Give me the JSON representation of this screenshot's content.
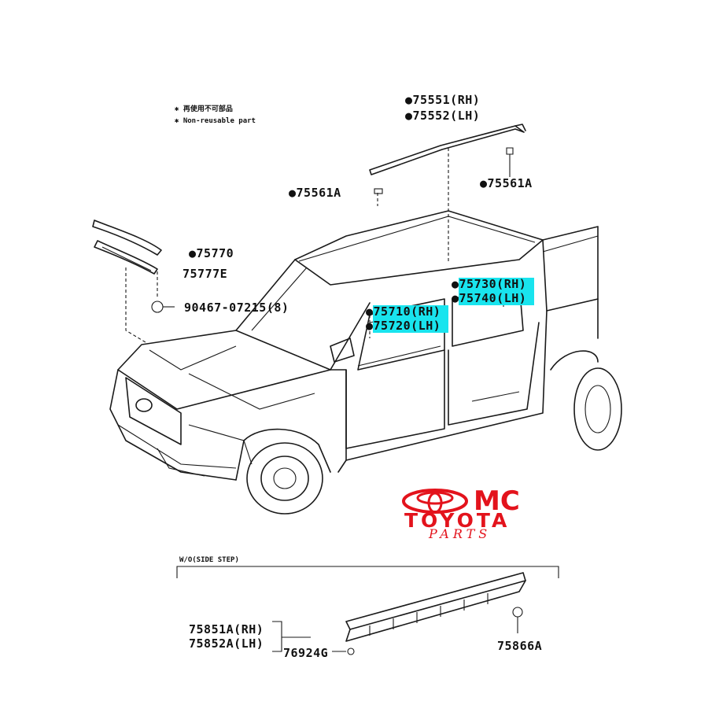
{
  "legend": {
    "line1": "✱ 再使用不可部品",
    "line2": "✱ Non-reusable part"
  },
  "callouts": {
    "c75551": "●75551(RH)",
    "c75552": "●75552(LH)",
    "c75561a_left": "●75561A",
    "c75561a_right": "●75561A",
    "c75770": "●75770",
    "c75777e": "75777E",
    "c90467": "90467-07215(8)",
    "c75730": "●75730(RH)",
    "c75740": "●75740(LH)",
    "c75710": "●75710(RH)",
    "c75720": "●75720(LH)",
    "c75851a": "75851A(RH)",
    "c75852a": "75852A(LH)",
    "c76924g": "76924G",
    "c75866a": "75866A"
  },
  "step_section": {
    "title": "W/O(SIDE STEP)"
  },
  "watermark": {
    "line1": "MC",
    "line2": "TOYOTA",
    "line3": "PARTS",
    "color": "#e3131c"
  },
  "highlight_color": "#19e4ee"
}
